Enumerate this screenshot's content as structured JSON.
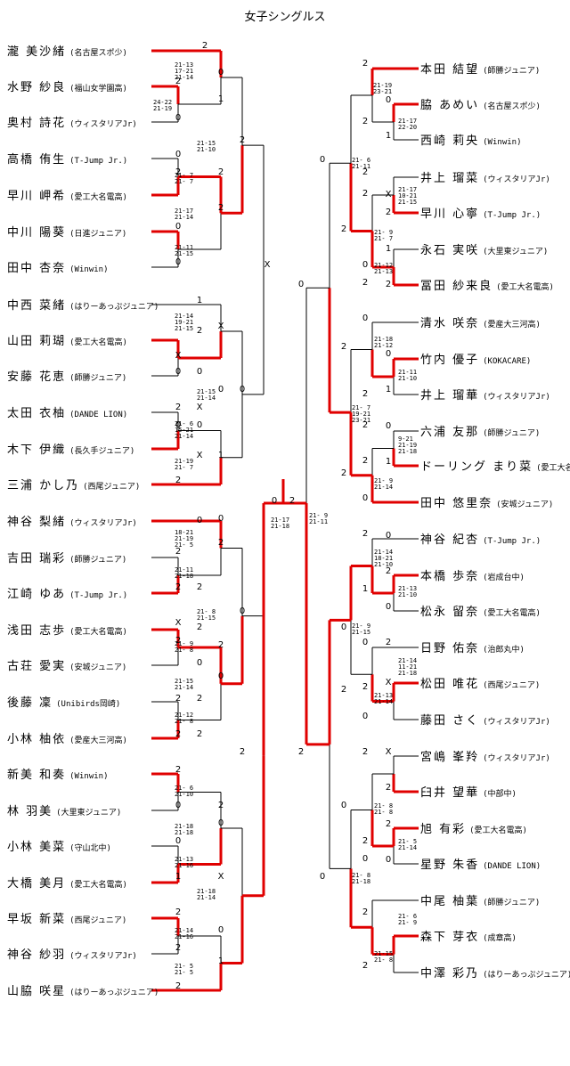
{
  "title": "女子シングルス",
  "left": {
    "players": [
      {
        "name": "瀧 美沙緒",
        "team": "(名古屋スポ少)"
      },
      {
        "name": "水野 紗良",
        "team": "(福山女学園高)"
      },
      {
        "name": "奥村 詩花",
        "team": "(ウィスタリアJr)"
      },
      {
        "name": "高橋 侑生",
        "team": "(T-Jump Jr.)"
      },
      {
        "name": "早川 岬希",
        "team": "(愛工大名電高)"
      },
      {
        "name": "中川 陽葵",
        "team": "(日進ジュニア)"
      },
      {
        "name": "田中 杏奈",
        "team": "(Winwin)"
      },
      {
        "name": "中西 菜緒",
        "team": "(はりーあっぷジュニア)"
      },
      {
        "name": "山田 莉瑚",
        "team": "(愛工大名電高)"
      },
      {
        "name": "安藤 花恵",
        "team": "(師勝ジュニア)"
      },
      {
        "name": "太田 衣柚",
        "team": "(DANDE LION)"
      },
      {
        "name": "木下 伊織",
        "team": "(長久手ジュニア)"
      },
      {
        "name": "三浦 かし乃",
        "team": "(西尾ジュニア)"
      },
      {
        "name": "神谷 梨緒",
        "team": "(ウィスタリアJr)"
      },
      {
        "name": "吉田 瑞彩",
        "team": "(師勝ジュニア)"
      },
      {
        "name": "江崎 ゆあ",
        "team": "(T-Jump Jr.)"
      },
      {
        "name": "浅田 志歩",
        "team": "(愛工大名電高)"
      },
      {
        "name": "古荘 愛実",
        "team": "(安城ジュニア)"
      },
      {
        "name": "後藤 凜",
        "team": "(Unibirds岡崎)"
      },
      {
        "name": "小林 柚依",
        "team": "(愛産大三河高)"
      },
      {
        "name": "新美 和奏",
        "team": "(Winwin)"
      },
      {
        "name": "林 羽美",
        "team": "(大里東ジュニア)"
      },
      {
        "name": "小林 美菜",
        "team": "(守山北中)"
      },
      {
        "name": "大橋 美月",
        "team": "(愛工大名電高)"
      },
      {
        "name": "早坂 新菜",
        "team": "(西尾ジュニア)"
      },
      {
        "name": "神谷 紗羽",
        "team": "(ウィスタリアJr)"
      },
      {
        "name": "山脇 咲星",
        "team": "(はりーあっぷジュニア)"
      }
    ]
  },
  "right": {
    "players": [
      {
        "name": "本田 結望",
        "team": "(師勝ジュニア)"
      },
      {
        "name": "脇 あめい",
        "team": "(名古屋スポ少)"
      },
      {
        "name": "西崎 莉央",
        "team": "(Winwin)"
      },
      {
        "name": "井上 瑠菜",
        "team": "(ウィスタリアJr)"
      },
      {
        "name": "早川 心寧",
        "team": "(T-Jump Jr.)"
      },
      {
        "name": "永石 実咲",
        "team": "(大里東ジュニア)"
      },
      {
        "name": "冨田 紗来良",
        "team": "(愛工大名電高)"
      },
      {
        "name": "清水 咲奈",
        "team": "(愛産大三河高)"
      },
      {
        "name": "竹内 優子",
        "team": "(KOKACARE)"
      },
      {
        "name": "井上 瑠華",
        "team": "(ウィスタリアJr)"
      },
      {
        "name": "六浦 友那",
        "team": "(師勝ジュニア)"
      },
      {
        "name": "ドーリング まり菜",
        "team": "(愛工大名電高)"
      },
      {
        "name": "田中 悠里奈",
        "team": "(安城ジュニア)"
      },
      {
        "name": "神谷 紀杏",
        "team": "(T-Jump Jr.)"
      },
      {
        "name": "本橋 歩奈",
        "team": "(岩成台中)"
      },
      {
        "name": "松永 留奈",
        "team": "(愛工大名電高)"
      },
      {
        "name": "日野 佑奈",
        "team": "(治郎丸中)"
      },
      {
        "name": "松田 唯花",
        "team": "(西尾ジュニア)"
      },
      {
        "name": "藤田 さく",
        "team": "(ウィスタリアJr)"
      },
      {
        "name": "宮嶋 峯羚",
        "team": "(ウィスタリアJr)"
      },
      {
        "name": "臼井 望華",
        "team": "(中部中)"
      },
      {
        "name": "旭 有彩",
        "team": "(愛工大名電高)"
      },
      {
        "name": "星野 朱香",
        "team": "(DANDE LION)"
      },
      {
        "name": "中尾 柚葉",
        "team": "(師勝ジュニア)"
      },
      {
        "name": "森下 芽衣",
        "team": "(成章高)"
      },
      {
        "name": "中澤 彩乃",
        "team": "(はりーあっぷジュニア)"
      }
    ]
  },
  "colors": {
    "winner": "#e00000",
    "line": "#000000"
  },
  "marks": [
    "2",
    "2",
    "0",
    "0",
    "1",
    "0",
    "2",
    "2",
    "2",
    "0",
    "0",
    "2",
    "0",
    "X",
    "X",
    "X",
    "0",
    "0",
    "1",
    "2",
    "0",
    "2",
    "1",
    "2",
    "0",
    "X",
    "0",
    "X",
    "0",
    "2",
    "2",
    "2",
    "0",
    "X",
    "2",
    "2",
    "0",
    "2",
    "2",
    "2",
    "0",
    "2",
    "0",
    "1",
    "0",
    "X",
    "2",
    "2",
    "0",
    "1",
    "2",
    "0",
    "2",
    "2",
    "0",
    "2",
    "2",
    "2",
    "2",
    "2",
    "0",
    "1",
    "0",
    "2",
    "2",
    "2",
    "X",
    "2",
    "0",
    "2",
    "1",
    "2",
    "0",
    "2",
    "0",
    "2",
    "0",
    "1",
    "2",
    "2",
    "0",
    "1",
    "2",
    "0",
    "2",
    "1",
    "0",
    "2",
    "0",
    "0",
    "2",
    "0",
    "2",
    "X",
    "0",
    "2",
    "2",
    "2",
    "X",
    "2",
    "0",
    "0",
    "2",
    "0",
    "2",
    "0",
    "2",
    "2"
  ],
  "final": {
    "left_mark": "0",
    "right_mark": "2",
    "score_left": "21-17\n21-18",
    "score_right": "21- 9\n21-11"
  },
  "scores": [
    "21-13\n17-21\n21-14",
    "24-22\n21-19",
    "21-15\n21-10",
    "21- 7\n21- 7",
    "21-17\n21-14",
    "21-11\n21-15",
    "21-14\n19-21\n21-15",
    "21-15\n21-14",
    "21- 6\n15-21\n21-14",
    "21-19\n21- 7",
    "18-21\n21-19\n21- 5",
    "21-11\n21-18",
    "21- 8\n21-15",
    "21- 9\n21- 8",
    "21-15\n21-14",
    "21-12\n21- 8",
    "21- 6\n21-10",
    "21-18\n21-18",
    "21-13\n21-16",
    "21-18\n21-14",
    "21-14\n21-16",
    "21- 5\n21- 5",
    "21-19\n23-21",
    "21-17\n22-20",
    "21- 6\n21-11",
    "21-17\n10-21\n21-15",
    "21- 9\n21- 7",
    "21-12\n21-13",
    "21-18\n21-12",
    "21-11\n21-10",
    "21- 7\n19-21\n23-21",
    "9-21\n21-19\n21-18",
    "21- 9\n21-14",
    "21-14\n18-21\n21-10",
    "21-13\n21-10",
    "21- 9\n21-15",
    "21-14\n11-21\n21-18",
    "21-13\n21-14",
    "21- 8\n21- 8",
    "21- 5\n21-14",
    "21- 8\n21-18",
    "21- 6\n21- 9",
    "21-15\n21- 8"
  ]
}
